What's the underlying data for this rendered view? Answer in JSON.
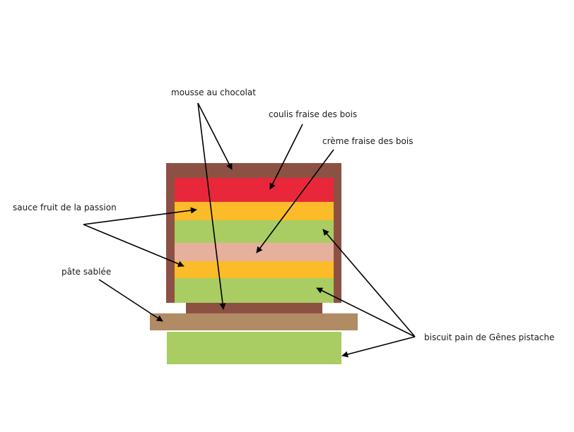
{
  "labels": {
    "mousse": "mousse au chocolat",
    "coulis": "coulis fraise des bois",
    "creme": "crème fraise des bois",
    "sauce": "sauce fruit de la passion",
    "pate": "pâte sablée",
    "biscuit": "biscuit pain de Gênes pistache"
  },
  "colors": {
    "chocolate": "#8d5144",
    "strawberry_coulis": "#e8283a",
    "passion_sauce": "#fcbb28",
    "pistachio_biscuit": "#a9cd62",
    "strawberry_cream": "#e6b09c",
    "shortbread": "#b18b64",
    "arrow": "#000000"
  }
}
